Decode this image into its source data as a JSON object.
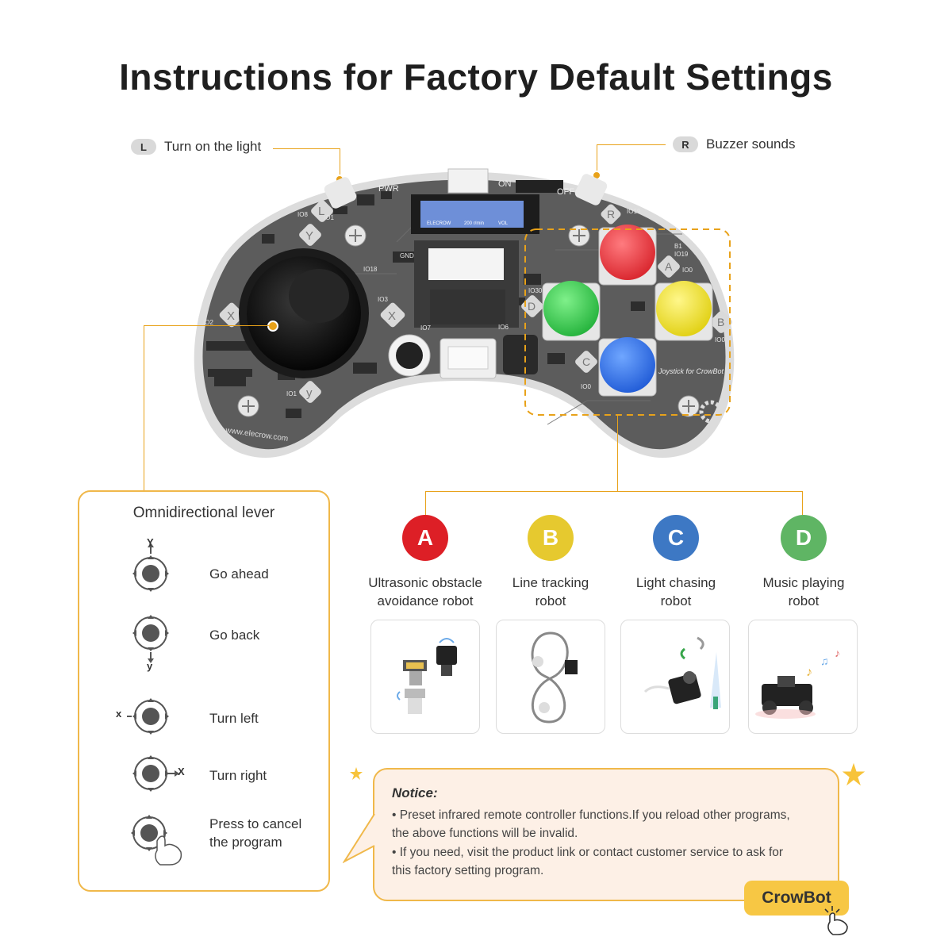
{
  "title": "Instructions for Factory Default Settings",
  "shoulder": {
    "left": {
      "key": "L",
      "label": "Turn on the light"
    },
    "right": {
      "key": "R",
      "label": "Buzzer sounds"
    }
  },
  "controller": {
    "oled_brand": "ELECROW",
    "oled_speed": "200 r/min",
    "oled_vol": "VOL",
    "pwr": "PWR",
    "on": "ON",
    "off": "OFF",
    "left_keys": [
      "L",
      "Y",
      "X",
      "X",
      "y"
    ],
    "right_keys": [
      "R",
      "A",
      "B",
      "C",
      "D"
    ],
    "pin_labels": [
      "IO8",
      "IO1",
      "IO18",
      "IO3",
      "IO2",
      "IO1",
      "IO7",
      "IO6",
      "IO19",
      "B1",
      "IO19",
      "IO0",
      "IO0",
      "IO0",
      "GND",
      "IO30"
    ],
    "board_text": "Joystick for CrowBot",
    "website": "www.elecrow.com"
  },
  "lever": {
    "title": "Omnidirectional lever",
    "rows": [
      {
        "label": "Go ahead",
        "axis": "Y"
      },
      {
        "label": "Go back",
        "axis": "y"
      },
      {
        "label": "Turn left",
        "axis": "x"
      },
      {
        "label": "Turn right",
        "axis": "X"
      },
      {
        "label": "Press to cancel",
        "label2": "the program"
      }
    ]
  },
  "modes": [
    {
      "letter": "A",
      "color": "#dd1f26",
      "line1": "Ultrasonic obstacle",
      "line2": "avoidance robot"
    },
    {
      "letter": "B",
      "color": "#e6c92f",
      "line1": "Line tracking",
      "line2": "robot"
    },
    {
      "letter": "C",
      "color": "#3d78c4",
      "line1": "Light chasing",
      "line2": "robot"
    },
    {
      "letter": "D",
      "color": "#5fb564",
      "line1": "Music playing",
      "line2": "robot"
    }
  ],
  "notice": {
    "title": "Notice:",
    "lines": [
      "• Preset infrared remote controller functions.If you reload other programs,",
      "the above functions will be invalid.",
      "• If you need, visit the product link or contact customer service to ask for",
      "this factory setting program."
    ]
  },
  "badge": "CrowBot",
  "colors": {
    "accent": "#e8a21a",
    "button_red": "#e8353b",
    "button_green": "#34c24a",
    "button_yellow": "#f0e02a",
    "button_blue": "#2a6fe0"
  }
}
